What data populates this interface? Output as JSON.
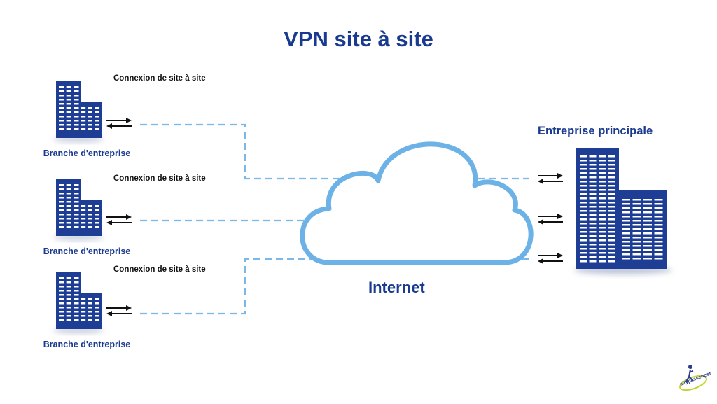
{
  "title": "VPN site à site",
  "branches": [
    {
      "connection_label": "Connexion de site à site",
      "label": "Branche d'entreprise"
    },
    {
      "connection_label": "Connexion de site à site",
      "label": "Branche d'entreprise"
    },
    {
      "connection_label": "Connexion de site à site",
      "label": "Branche d'entreprise"
    }
  ],
  "headquarters": {
    "label": "Entreprise principale"
  },
  "cloud": {
    "label": "Internet"
  },
  "logo": {
    "text": "citypassenger"
  },
  "colors": {
    "primary": "#1a3a8f",
    "building": "#1e3e95",
    "cloud_stroke": "#6cb2e6",
    "dash_line": "#7ab8e8",
    "arrow": "#111111"
  },
  "icons": [
    "building-icon",
    "double-arrow-icon",
    "cloud-icon",
    "logo-icon"
  ]
}
